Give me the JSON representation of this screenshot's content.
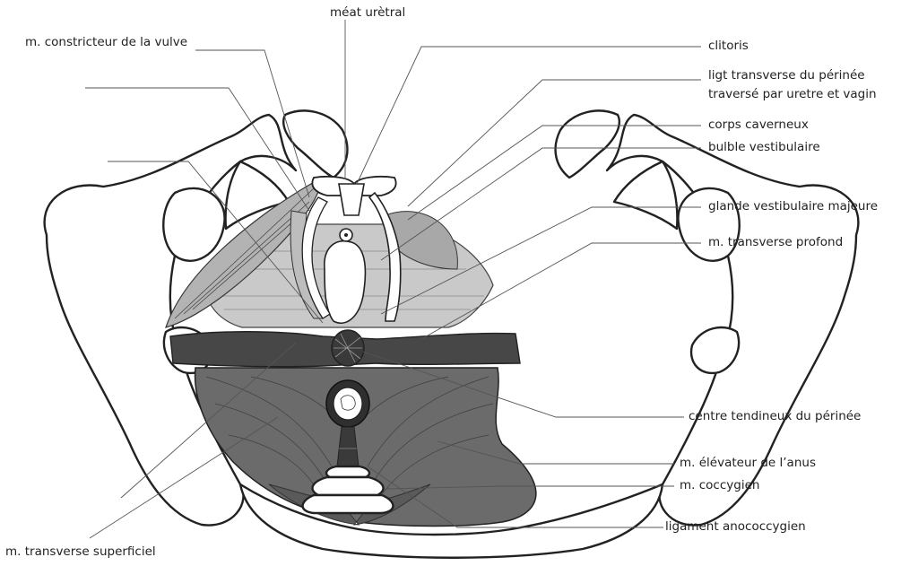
{
  "labels": {
    "meat": "méat urètral",
    "constricteur": "m. constricteur de la vulve",
    "clitoris": "clitoris",
    "ligt_line1": "ligt transverse du périnée",
    "ligt_line2": "traversé par uretre et vagin",
    "corps": "corps caverneux",
    "bulble": "bulble vestibulaire",
    "glande": "glande vestibulaire majeure",
    "transverse_profond": "m. transverse profond",
    "centre": "centre tendineux du périnée",
    "elevateur": "m. élévateur de l’anus",
    "coccygien": "m. coccygien",
    "ligament": "ligament anococcygien",
    "transverse_superficiel": "m. transverse superficiel"
  },
  "colors": {
    "levator": "#6b6b6b",
    "transverse_superficial": "#474747",
    "deep_transverse": "#c9c9c9",
    "constrictor": "#b3b3b3",
    "bone_outline": "#222222",
    "leader": "#555555"
  }
}
